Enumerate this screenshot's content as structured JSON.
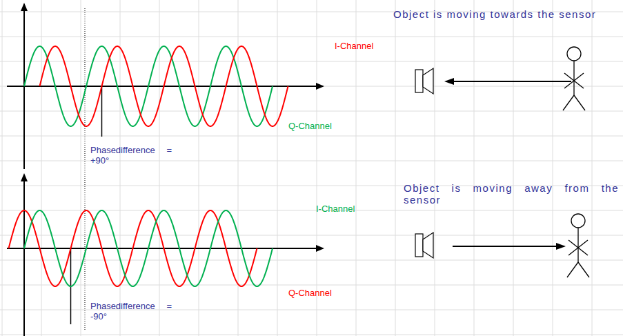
{
  "diagram": {
    "labels": [
      "I-Channel",
      "Object is moving towards the sensor",
      "Q-Channel",
      "Phasedifference = +90°",
      "I-Channel",
      "Object is moving away from the sensor",
      "Q-Channel",
      "Phasedifference = -90°"
    ]
  }
}
